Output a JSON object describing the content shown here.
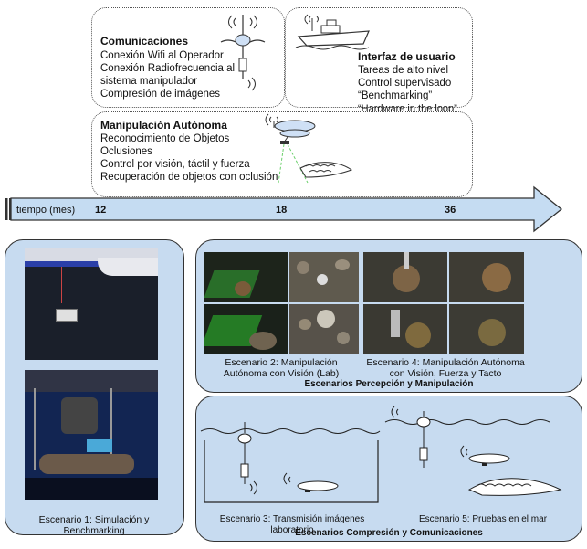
{
  "communications": {
    "title": "Comunicaciones",
    "items": [
      "Conexión Wifi al Operador",
      "Conexión Radiofrecuencia al",
      "sistema manipulador",
      "Compresión de imágenes"
    ]
  },
  "user_interface": {
    "title": "Interfaz de usuario",
    "items": [
      "Tareas de alto nivel",
      "Control supervisado",
      "“Benchmarking”",
      "“Hardware in the loop”"
    ]
  },
  "manipulation": {
    "title": "Manipulación Autónoma",
    "items": [
      "Reconocimiento de Objetos",
      "Oclusiones",
      "Control por visión, táctil y fuerza",
      "Recuperación de objetos con oclusión"
    ]
  },
  "timeline": {
    "label": "tiempo (mes)",
    "ticks": [
      "12",
      "18",
      "36"
    ]
  },
  "scenarios": {
    "s1": "Escenario 1: Simulación y Benchmarking",
    "s2_l1": "Escenario 2: Manipulación",
    "s2_l2": "Autónoma con Visión (Lab)",
    "s4_l1": "Escenario 4: Manipulación Autónoma",
    "s4_l2": "con Visión, Fuerza y Tacto",
    "s3": "Escenario 3: Transmisión imágenes laboratorio",
    "s5": "Escenario 5: Pruebas en el mar"
  },
  "groups": {
    "perception": "Escenarios Percepción y Manipulación",
    "compression": "Escenarios Compresión y Comunicaciones"
  },
  "colors": {
    "panel_bg": "#c7dbf0",
    "arrow_fill": "#c5dcf2"
  }
}
